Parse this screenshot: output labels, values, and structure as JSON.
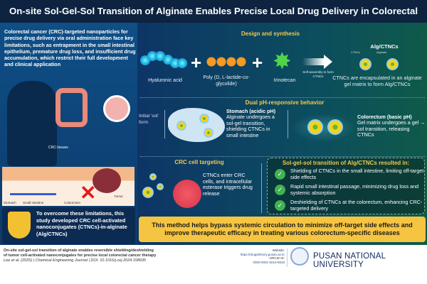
{
  "title": "On-site Sol-Gel-Sol Transition of Alginate Enables Precise Local Drug Delivery in Colorectal Cancer",
  "left": {
    "intro": "Colorectal cancer (CRC)-targeted nanoparticles for precise drug delivery via oral administration face key limitations, such as entrapment in the small intestinal epithelium, premature drug loss, and insufficient drug accumulation, which restrict their full development and clinical application",
    "crc_tissues": "CRC tissues",
    "tumor": "Tumor",
    "stomach": "Stomach",
    "small_intestine": "Small intestine",
    "colorectum": "Colorectum",
    "conclusion": "To overcome these limitations, this study developed CRC cell-activated nanoconjugates (CTNCs)-in-alginate (Alg/CTNCs)"
  },
  "design": {
    "heading": "Design and synthesis",
    "hyaluronic": "Hyaluronic acid",
    "plga": "Poly (D, L-lactide-co-glycolide)",
    "irinotecan": "Irinotecan",
    "arrow": "Self-assembly to form CTNCs",
    "product_title": "Alg/CTNCs",
    "ctncs_label": "CTNCs",
    "alginate_label": "Alginate",
    "product_desc": "CTNCs are encapsulated in an alginate gel matrix to form Alg/CTNCs"
  },
  "ph": {
    "heading": "Dual pH-responsive behavior",
    "initial": "Initial 'sol' form",
    "stomach_title": "Stomach (acidic pH)",
    "stomach_desc": "Alginate undergoes a sol-gel transition, shielding CTNCs in small intestine",
    "colon_title": "Colorectum (basic pH)",
    "colon_desc": "Gel matrix undergoes a gel → sol transition, releasing CTNCs"
  },
  "targeting": {
    "heading": "CRC cell targeting",
    "desc": "CTNCs enter CRC cells, and intracellular esterase triggers drug release"
  },
  "results": {
    "heading": "Sol-gel-sol transition of Alg/CTNCs resulted in:",
    "items": [
      "Shielding of CTNCs in the small intestine, limiting off-target side effects",
      "Rapid small intestinal passage, minimizing drug loss and systemic absorption",
      "Deshielding of CTNCs at the colorectum, enhancing CRC-targeted delivery"
    ]
  },
  "banner": "This method helps bypass systemic circulation to minimize off-target side effects and improve therapeutic efficacy in treating various colorectum-specific diseases",
  "footer": {
    "cite1": "On-site sol-gel-sol transition of alginate enables reversible shielding/deshielding",
    "cite2": "of tumor cell-activated nanoconjugates for precise local colorectal cancer therapy",
    "cite3": "Lee et al. (2025) | Chemical Engineering Journal | DOI: 10.1016/j.cej.2024.158935",
    "website_label": "Website:",
    "website": "https://drugdelivery.pusan.ac.kr",
    "orcid_label": "ORCID ID:",
    "orcid": "0000-0001-5216-5518",
    "university": "PUSAN NATIONAL UNIVERSITY"
  }
}
